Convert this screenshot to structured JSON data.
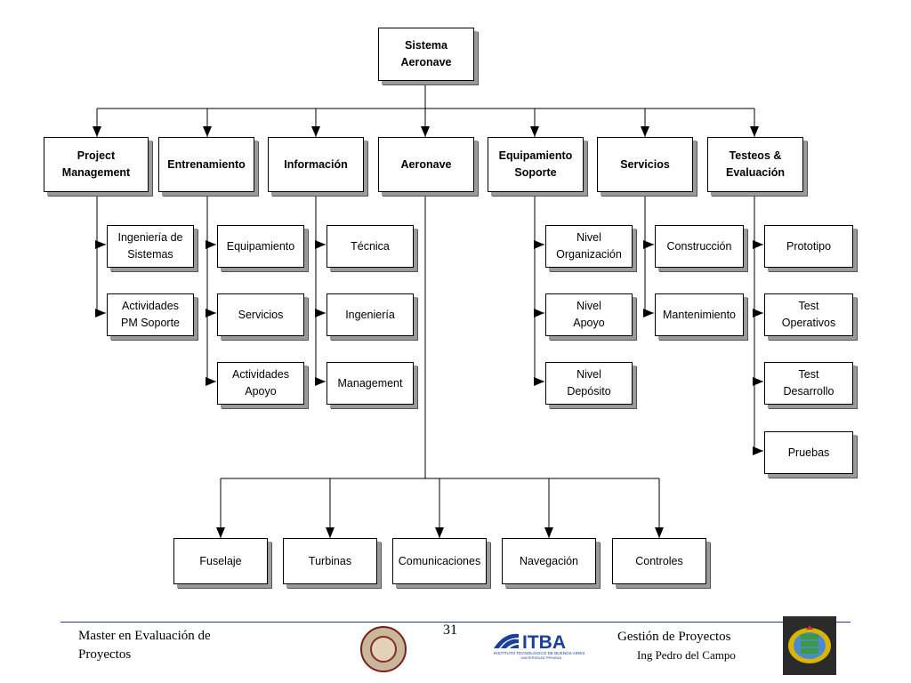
{
  "diagram": {
    "root": "Sistema\nAeronave",
    "level1": [
      "Project\nManagement",
      "Entrenamiento",
      "Información",
      "Aeronave",
      "Equipamiento\nSoporte",
      "Servicios",
      "Testeos &\nEvaluación"
    ],
    "children": {
      "project_management": [
        "Ingeniería de\nSistemas",
        "Actividades\nPM Soporte"
      ],
      "entrenamiento": [
        "Equipamiento",
        "Servicios",
        "Actividades\nApoyo"
      ],
      "informacion": [
        "Técnica",
        "Ingeniería",
        "Management"
      ],
      "equipamiento_soporte": [
        "Nivel\nOrganización",
        "Nivel\nApoyo",
        "Nivel\nDepósito"
      ],
      "servicios": [
        "Construcción",
        "Mantenimiento"
      ],
      "testeos": [
        "Prototipo",
        "Test\nOperativos",
        "Test\nDesarrollo",
        "Pruebas"
      ],
      "aeronave": [
        "Fuselaje",
        "Turbinas",
        "Comunicaciones",
        "Navegación",
        "Controles"
      ]
    }
  },
  "footer": {
    "left": "Master en Evaluación de\nProyectos",
    "page": "31",
    "right_title": "Gestión de Proyectos",
    "right_author": "Ing Pedro del Campo",
    "itba_text": "ITBA",
    "itba_sub1": "INSTITUTO TECNOLOGICO DE BUENOS AIRES",
    "itba_sub2": "· UNIVERSIDAD PRIVADA ·"
  },
  "colors": {
    "footer_rule": "#2a3a8c",
    "itba_blue": "#1b3f9a"
  }
}
